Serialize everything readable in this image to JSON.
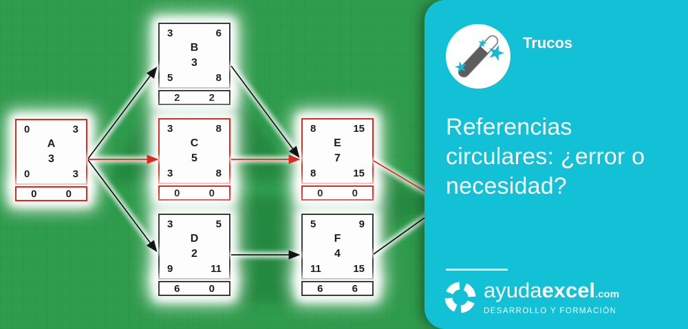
{
  "colors": {
    "background_green": "#2f9b4c",
    "panel_cyan": "#12c1d6",
    "critical_red": "#e0281e",
    "normal_black": "#3a3a3a",
    "node_fill": "#fdfdfd",
    "text_white": "#ffffff"
  },
  "diagram": {
    "nodes": [
      {
        "id": "A",
        "duration": "3",
        "es": "0",
        "ef": "3",
        "ls": "0",
        "lf": "3",
        "slack_left": "0",
        "slack_right": "0"
      },
      {
        "id": "B",
        "duration": "3",
        "es": "3",
        "ef": "6",
        "ls": "5",
        "lf": "8",
        "slack_left": "2",
        "slack_right": "2"
      },
      {
        "id": "C",
        "duration": "5",
        "es": "3",
        "ef": "8",
        "ls": "3",
        "lf": "8",
        "slack_left": "0",
        "slack_right": "0"
      },
      {
        "id": "D",
        "duration": "2",
        "es": "3",
        "ef": "5",
        "ls": "9",
        "lf": "11",
        "slack_left": "6",
        "slack_right": "0"
      },
      {
        "id": "E",
        "duration": "7",
        "es": "8",
        "ef": "15",
        "ls": "8",
        "lf": "15",
        "slack_left": "0",
        "slack_right": "0"
      },
      {
        "id": "F",
        "duration": "4",
        "es": "5",
        "ef": "9",
        "ls": "11",
        "lf": "15",
        "slack_left": "6",
        "slack_right": "6"
      }
    ]
  },
  "panel": {
    "badge_label": "Trucos",
    "title": "Referencias\ncirculares: ¿error o\nnecesidad?",
    "logo": {
      "name_light": "ayuda",
      "name_bold": "excel",
      "tld": ".com",
      "tagline": "DESARROLLO Y FORMACIÓN"
    }
  }
}
